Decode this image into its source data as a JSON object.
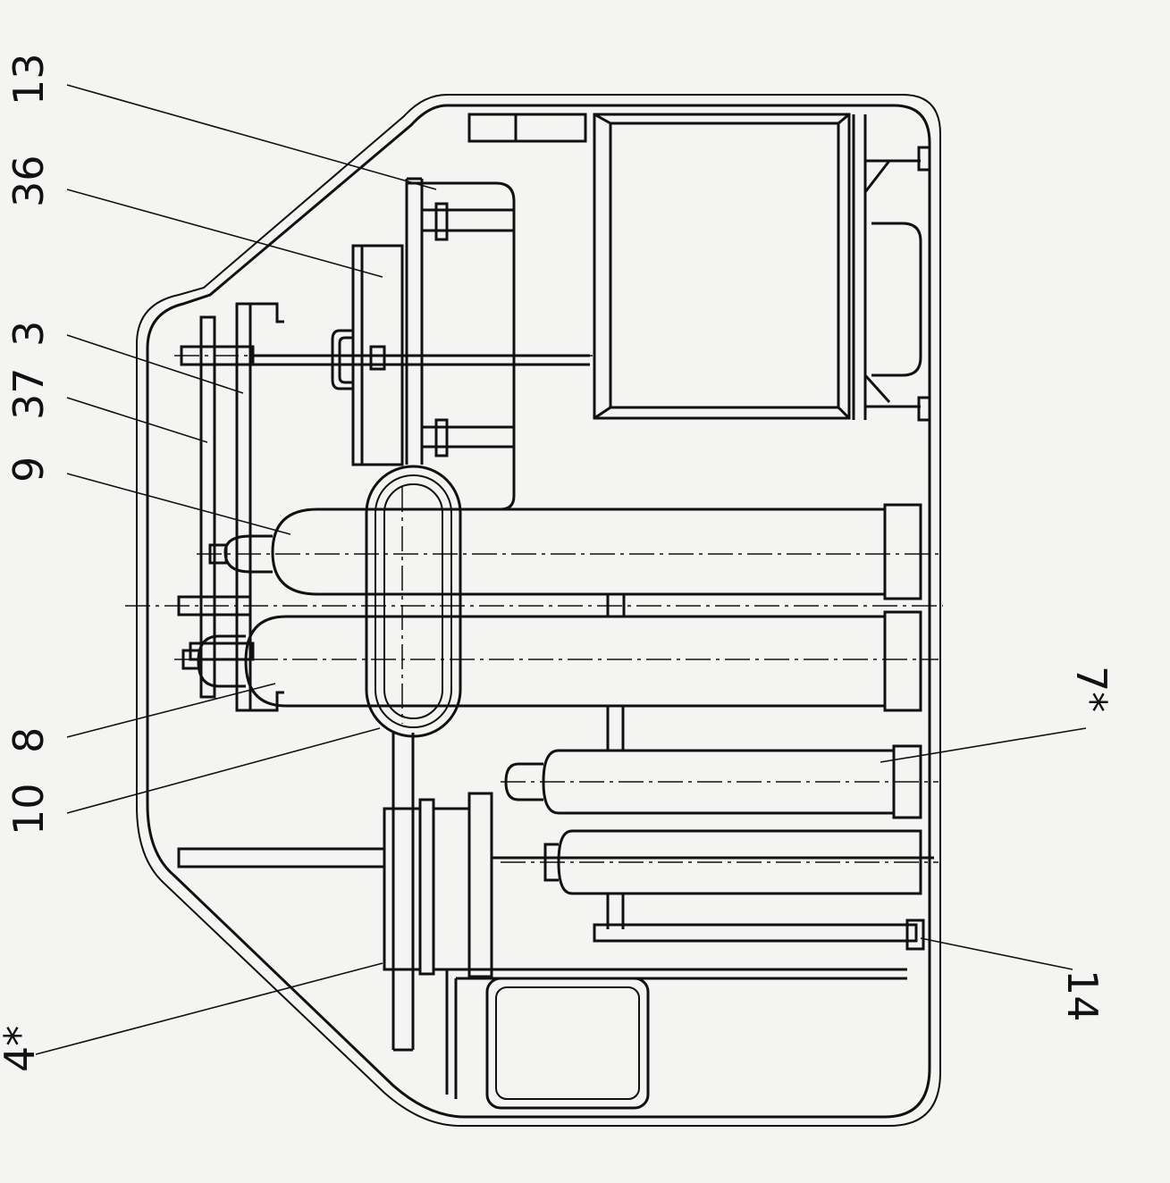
{
  "diagram": {
    "labels": [
      {
        "id": "13",
        "text": "13"
      },
      {
        "id": "36",
        "text": "36"
      },
      {
        "id": "3",
        "text": "3"
      },
      {
        "id": "37",
        "text": "37"
      },
      {
        "id": "9",
        "text": "9"
      },
      {
        "id": "8",
        "text": "8"
      },
      {
        "id": "10",
        "text": "10"
      },
      {
        "id": "4",
        "text": "4*"
      },
      {
        "id": "7",
        "text": "7*"
      },
      {
        "id": "14",
        "text": "14"
      }
    ]
  }
}
